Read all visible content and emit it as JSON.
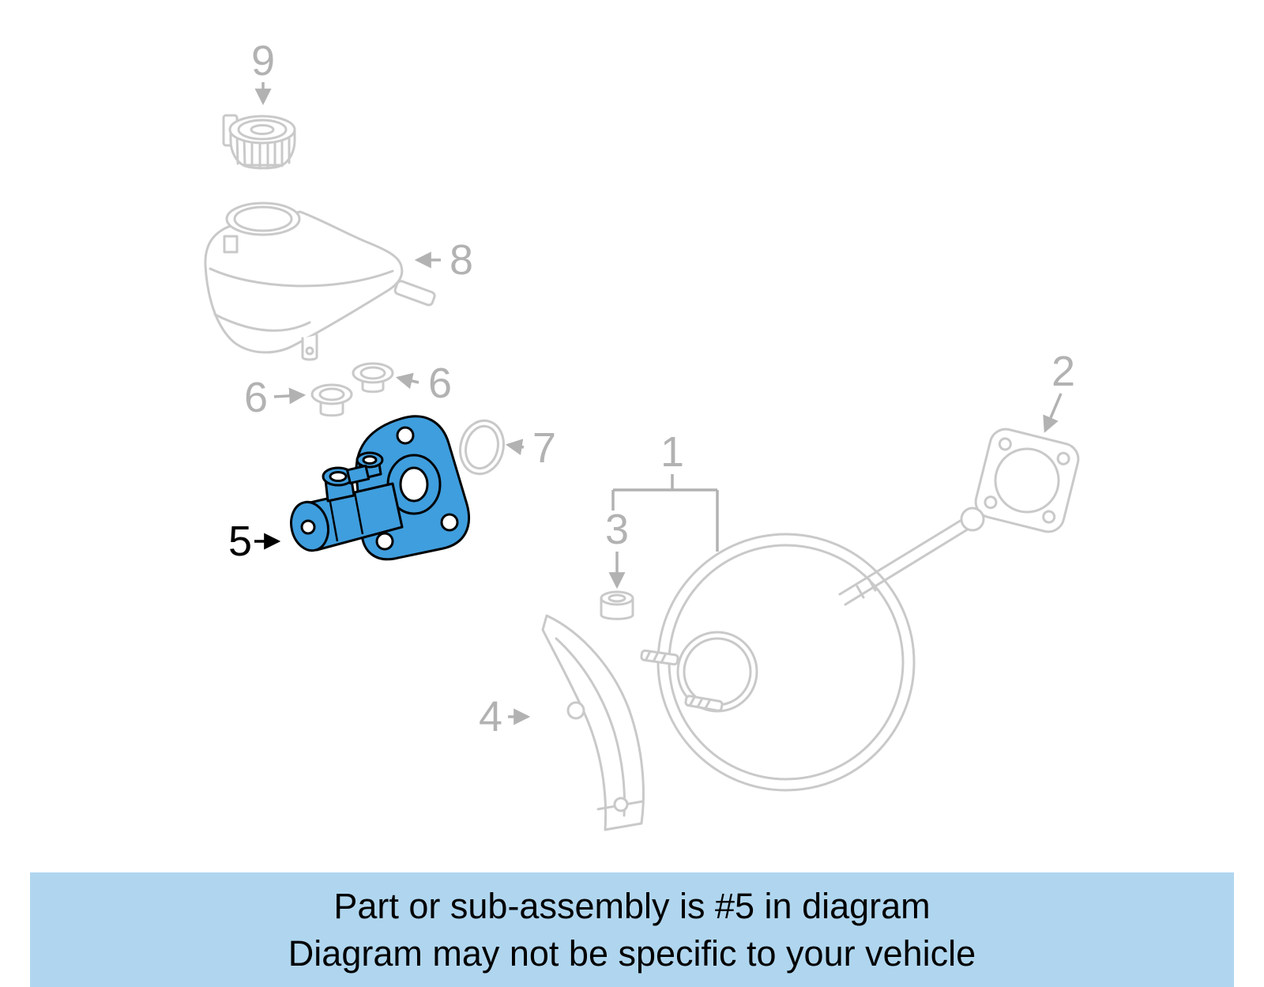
{
  "diagram": {
    "highlighted_part": "5",
    "highlight_color": "#3f9ede",
    "part_line_color": "#c9c9c9",
    "callout_color": "#b2b2b2",
    "callouts": {
      "c1": "1",
      "c2": "2",
      "c3": "3",
      "c4": "4",
      "c5": "5",
      "c6a": "6",
      "c6b": "6",
      "c7": "7",
      "c8": "8",
      "c9": "9"
    }
  },
  "banner": {
    "background_color": "#b0d6ef",
    "text_color": "#000000",
    "line1": "Part or sub-assembly is #5 in diagram",
    "line2": "Diagram may not be specific to your vehicle"
  }
}
